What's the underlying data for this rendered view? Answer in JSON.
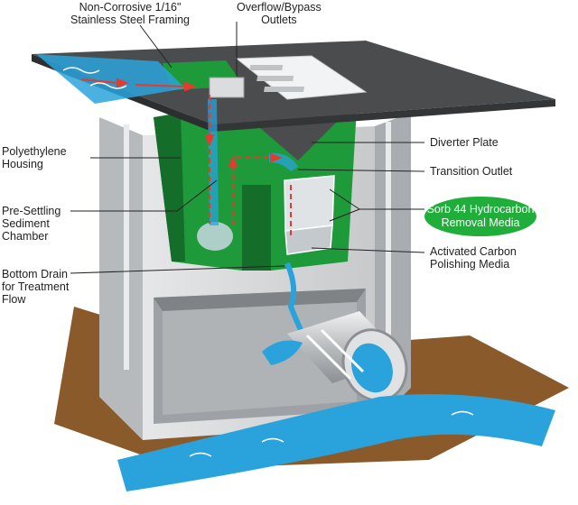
{
  "labels": {
    "framing": [
      "Non-Corrosive 1/16\"",
      "Stainless Steel Framing"
    ],
    "overflow": [
      "Overflow/Bypass",
      "Outlets"
    ],
    "housing": [
      "Polyethylene",
      "Housing"
    ],
    "presettling": [
      "Pre-Settling",
      "Sediment",
      "Chamber"
    ],
    "bottom_drain": [
      "Bottom Drain",
      "for Treatment",
      "Flow"
    ],
    "diverter": "Diverter Plate",
    "transition": "Transition Outlet",
    "carbon": [
      "Activated Carbon",
      "Polishing Media"
    ],
    "sorb": [
      "Sorb 44 Hydrocarbon",
      "Removal Media"
    ]
  },
  "colors": {
    "concrete": "#d4d6d8",
    "concrete_dark": "#9fa3a6",
    "lid": "#4a4c4e",
    "housing_green": "#1e9a3b",
    "housing_dark": "#146e29",
    "water": "#2aa3dc",
    "soil": "#8a5a2b",
    "flow_arrow": "#e53a2f",
    "badge": "#1fae3a"
  }
}
